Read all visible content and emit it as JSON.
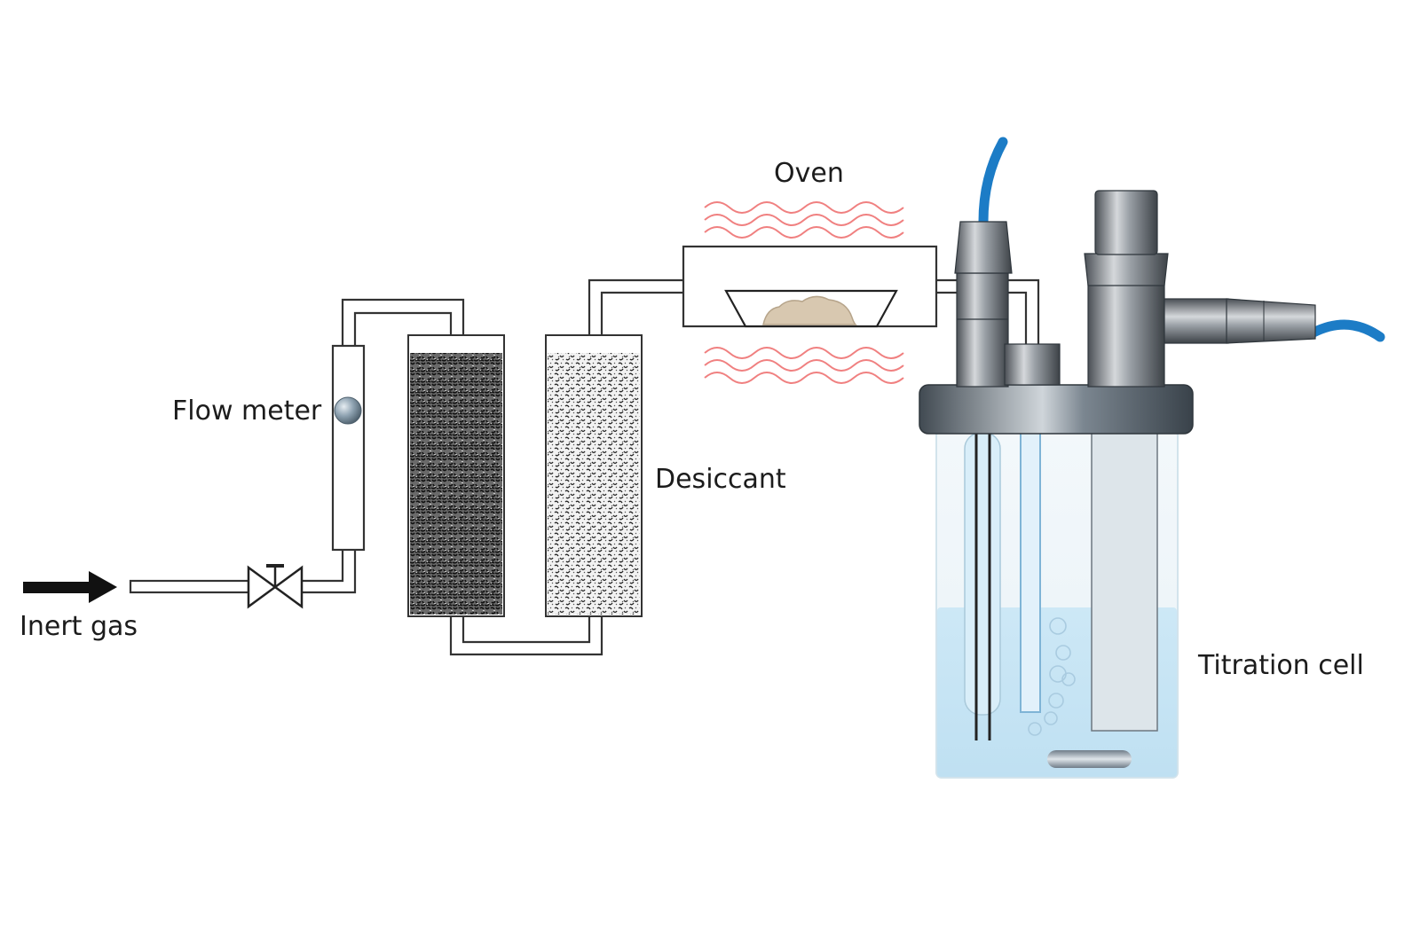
{
  "labels": {
    "oven": "Oven",
    "flow_meter": "Flow meter",
    "desiccant": "Desiccant",
    "inert_gas": "Inert gas",
    "titration_cell": "Titration cell"
  },
  "colors": {
    "heat_waves": "#f08080",
    "cable": "#1c7cc6",
    "liquid": "#cfe9f7",
    "metal": "#5f656b",
    "tubing": "#333333"
  },
  "icons": {
    "arrow": "inert-gas-arrow-icon",
    "valve": "valve-icon",
    "flow_meter_ball": "flow-meter-ball-icon"
  }
}
